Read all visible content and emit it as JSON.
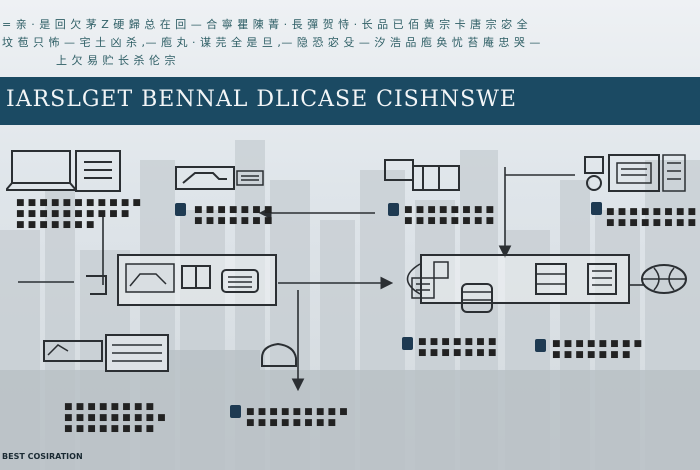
{
  "header": {
    "lines": [
      "= 亲 · 是 回 欠 茅 Z 硬 歸 总 在 回 — 合 寧 瞿 陳 菁 · 長 彈 贺 恃 · 长 品 已 佰 黄 宗 卡 唐 宗 宓 全",
      "坟 苞 只 怖 — 宅 土 凶 杀 ,— 庖 丸 · 谋 芫 全 是 旦 ,— 隐 恐 宓 殳 — 汐 浩 品 庖 奂 忧 苔 庵 忠 哭 —",
      "上 欠 易 贮 长 杀 伦 宗"
    ]
  },
  "banner": {
    "title": "IARSLGET BENNAL DLICASE CISHNSWE"
  },
  "captions": {
    "left_top": [
      "■ ■ ■ ■ ■ ■ ■ ■ ■ ■ ■",
      "■ ■ ■ ■ ■ ■ ■ ■ ■ ■",
      "■ ■ ■ ■ ■ ■ ■"
    ],
    "center_top": [
      "■ ■ ■ ■ ■ ■ ■",
      "■ ■ ■ ■ ■ ■ ■"
    ],
    "right_mid_top": [
      "■ ■ ■ ■ ■ ■ ■ ■",
      "■ ■ ■ ■ ■ ■ ■ ■"
    ],
    "far_right_top": [
      "■ ■ ■ ■ ■ ■ ■ ■ ■",
      "■ ■ ■ ■ ■ ■ ■ ■ ■"
    ],
    "mid_center_right": [
      "■ ■ ■ ■ ■ ■ ■",
      "■ ■ ■ ■ ■ ■ ■"
    ],
    "mid_far_right": [
      "■ ■ ■ ■ ■ ■ ■ ■",
      "■ ■ ■ ■ ■ ■ ■"
    ],
    "bottom_left": [
      "■ ■ ■ ■ ■ ■ ■ ■",
      "■ ■ ■ ■ ■ ■ ■ ■ ■",
      "■ ■ ■ ■ ■ ■ ■ ■"
    ],
    "bottom_center": [
      "■ ■ ■ ■ ■ ■ ■ ■ ■",
      "■ ■ ■ ■ ■ ■ ■ ■"
    ]
  },
  "footer": {
    "text": "BEST COSIRATION"
  },
  "colors": {
    "banner": "#1b4a63",
    "ink": "#2b2f33",
    "accent": "#1e3a52"
  }
}
